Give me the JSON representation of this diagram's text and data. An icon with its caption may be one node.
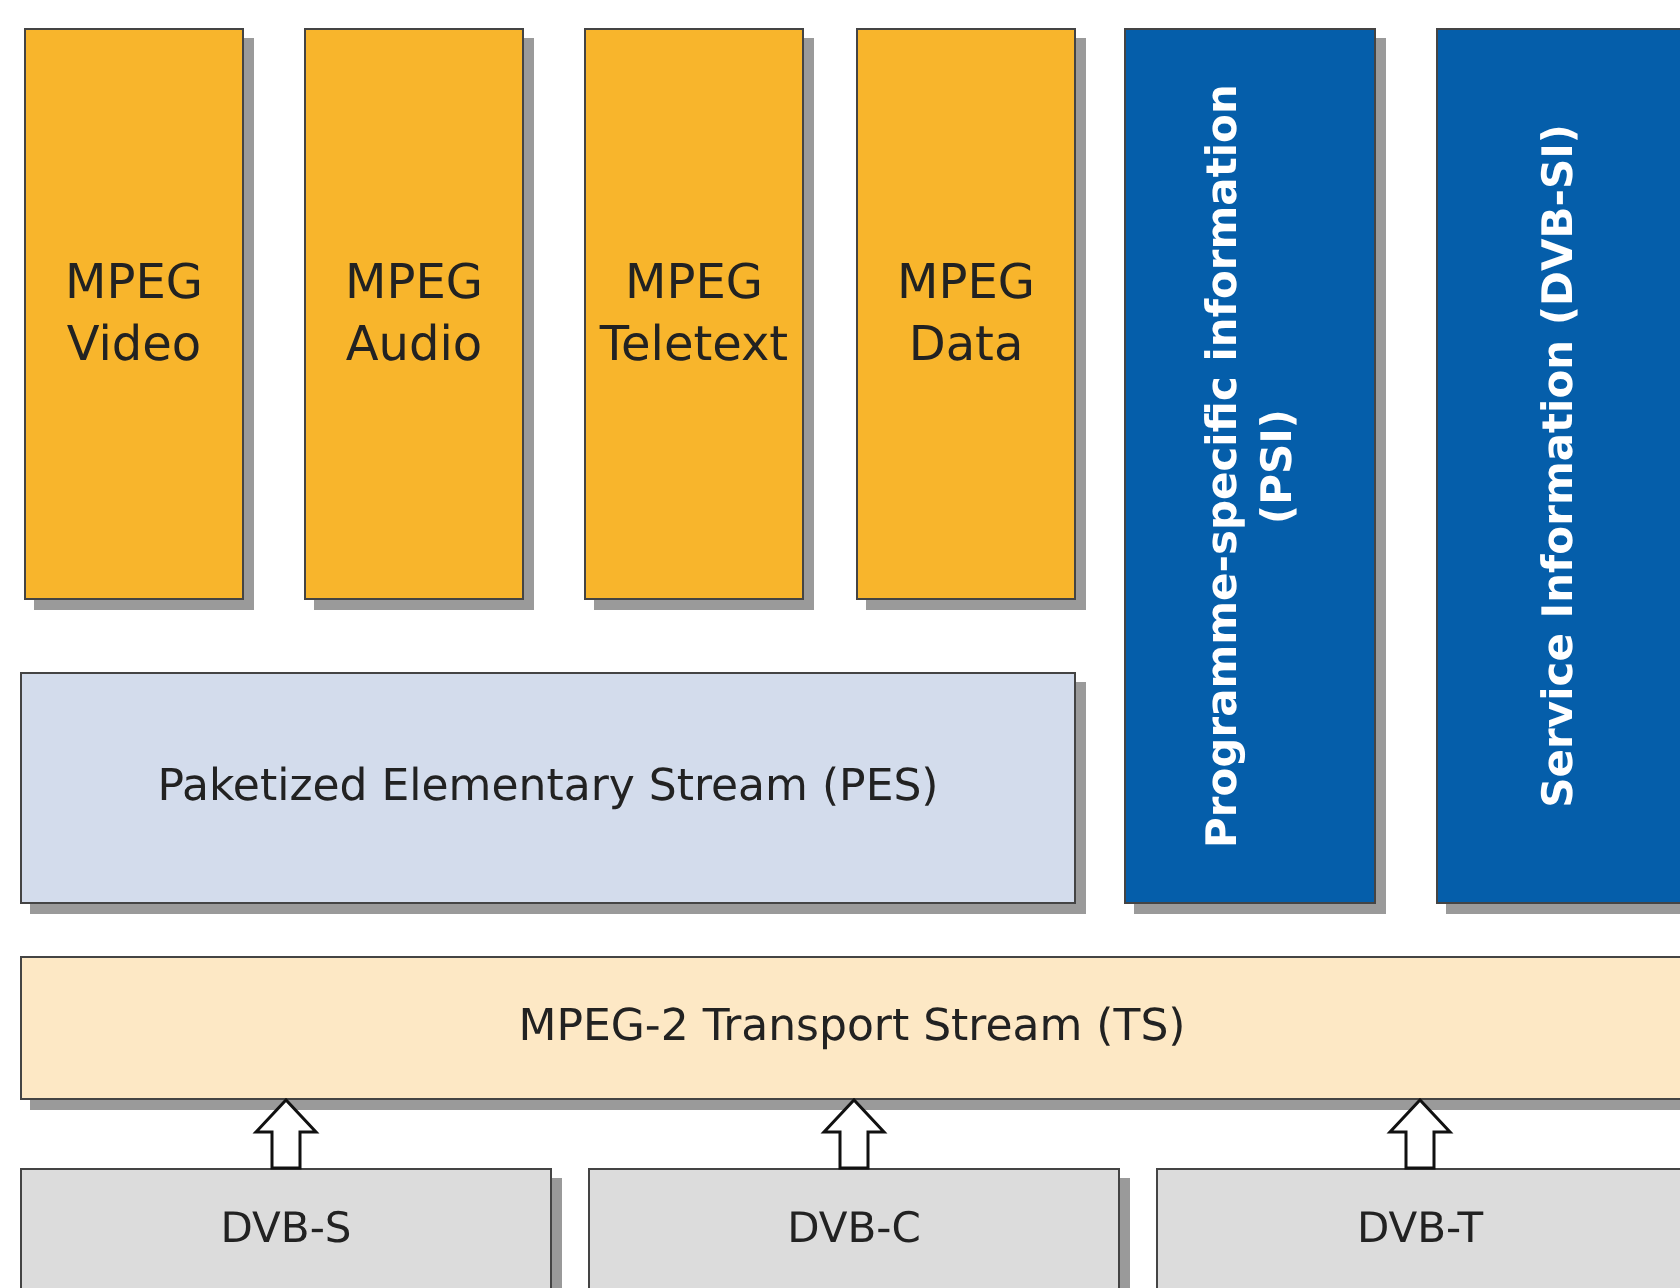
{
  "diagram": {
    "nodes": [
      {
        "text": [
          "MPEG Video"
        ]
      },
      {
        "text": [
          "MPEG Audio"
        ]
      },
      {
        "text": [
          "MPEG Teletext"
        ]
      },
      {
        "text": [
          "MPEG Data"
        ]
      },
      {
        "text": [
          "Programme-specific information (PSI)"
        ]
      },
      {
        "text": [
          "Service Information (DVB-SI)"
        ]
      },
      {
        "text": [
          "Paketized Elementary Stream (PES)"
        ]
      },
      {
        "text": [
          "MPEG-2 Transport Stream (TS)"
        ]
      },
      {
        "text": [
          "DVB-S"
        ]
      },
      {
        "text": [
          "DVB-C"
        ]
      },
      {
        "text": [
          "DVB-T"
        ]
      }
    ],
    "edges": [
      {
        "from": 8,
        "to": 7,
        "arrow": "to",
        "style": "thick"
      },
      {
        "from": 9,
        "to": 7,
        "arrow": "to",
        "style": "thick"
      },
      {
        "from": 10,
        "to": 7,
        "arrow": "to",
        "style": "thick"
      }
    ]
  }
}
